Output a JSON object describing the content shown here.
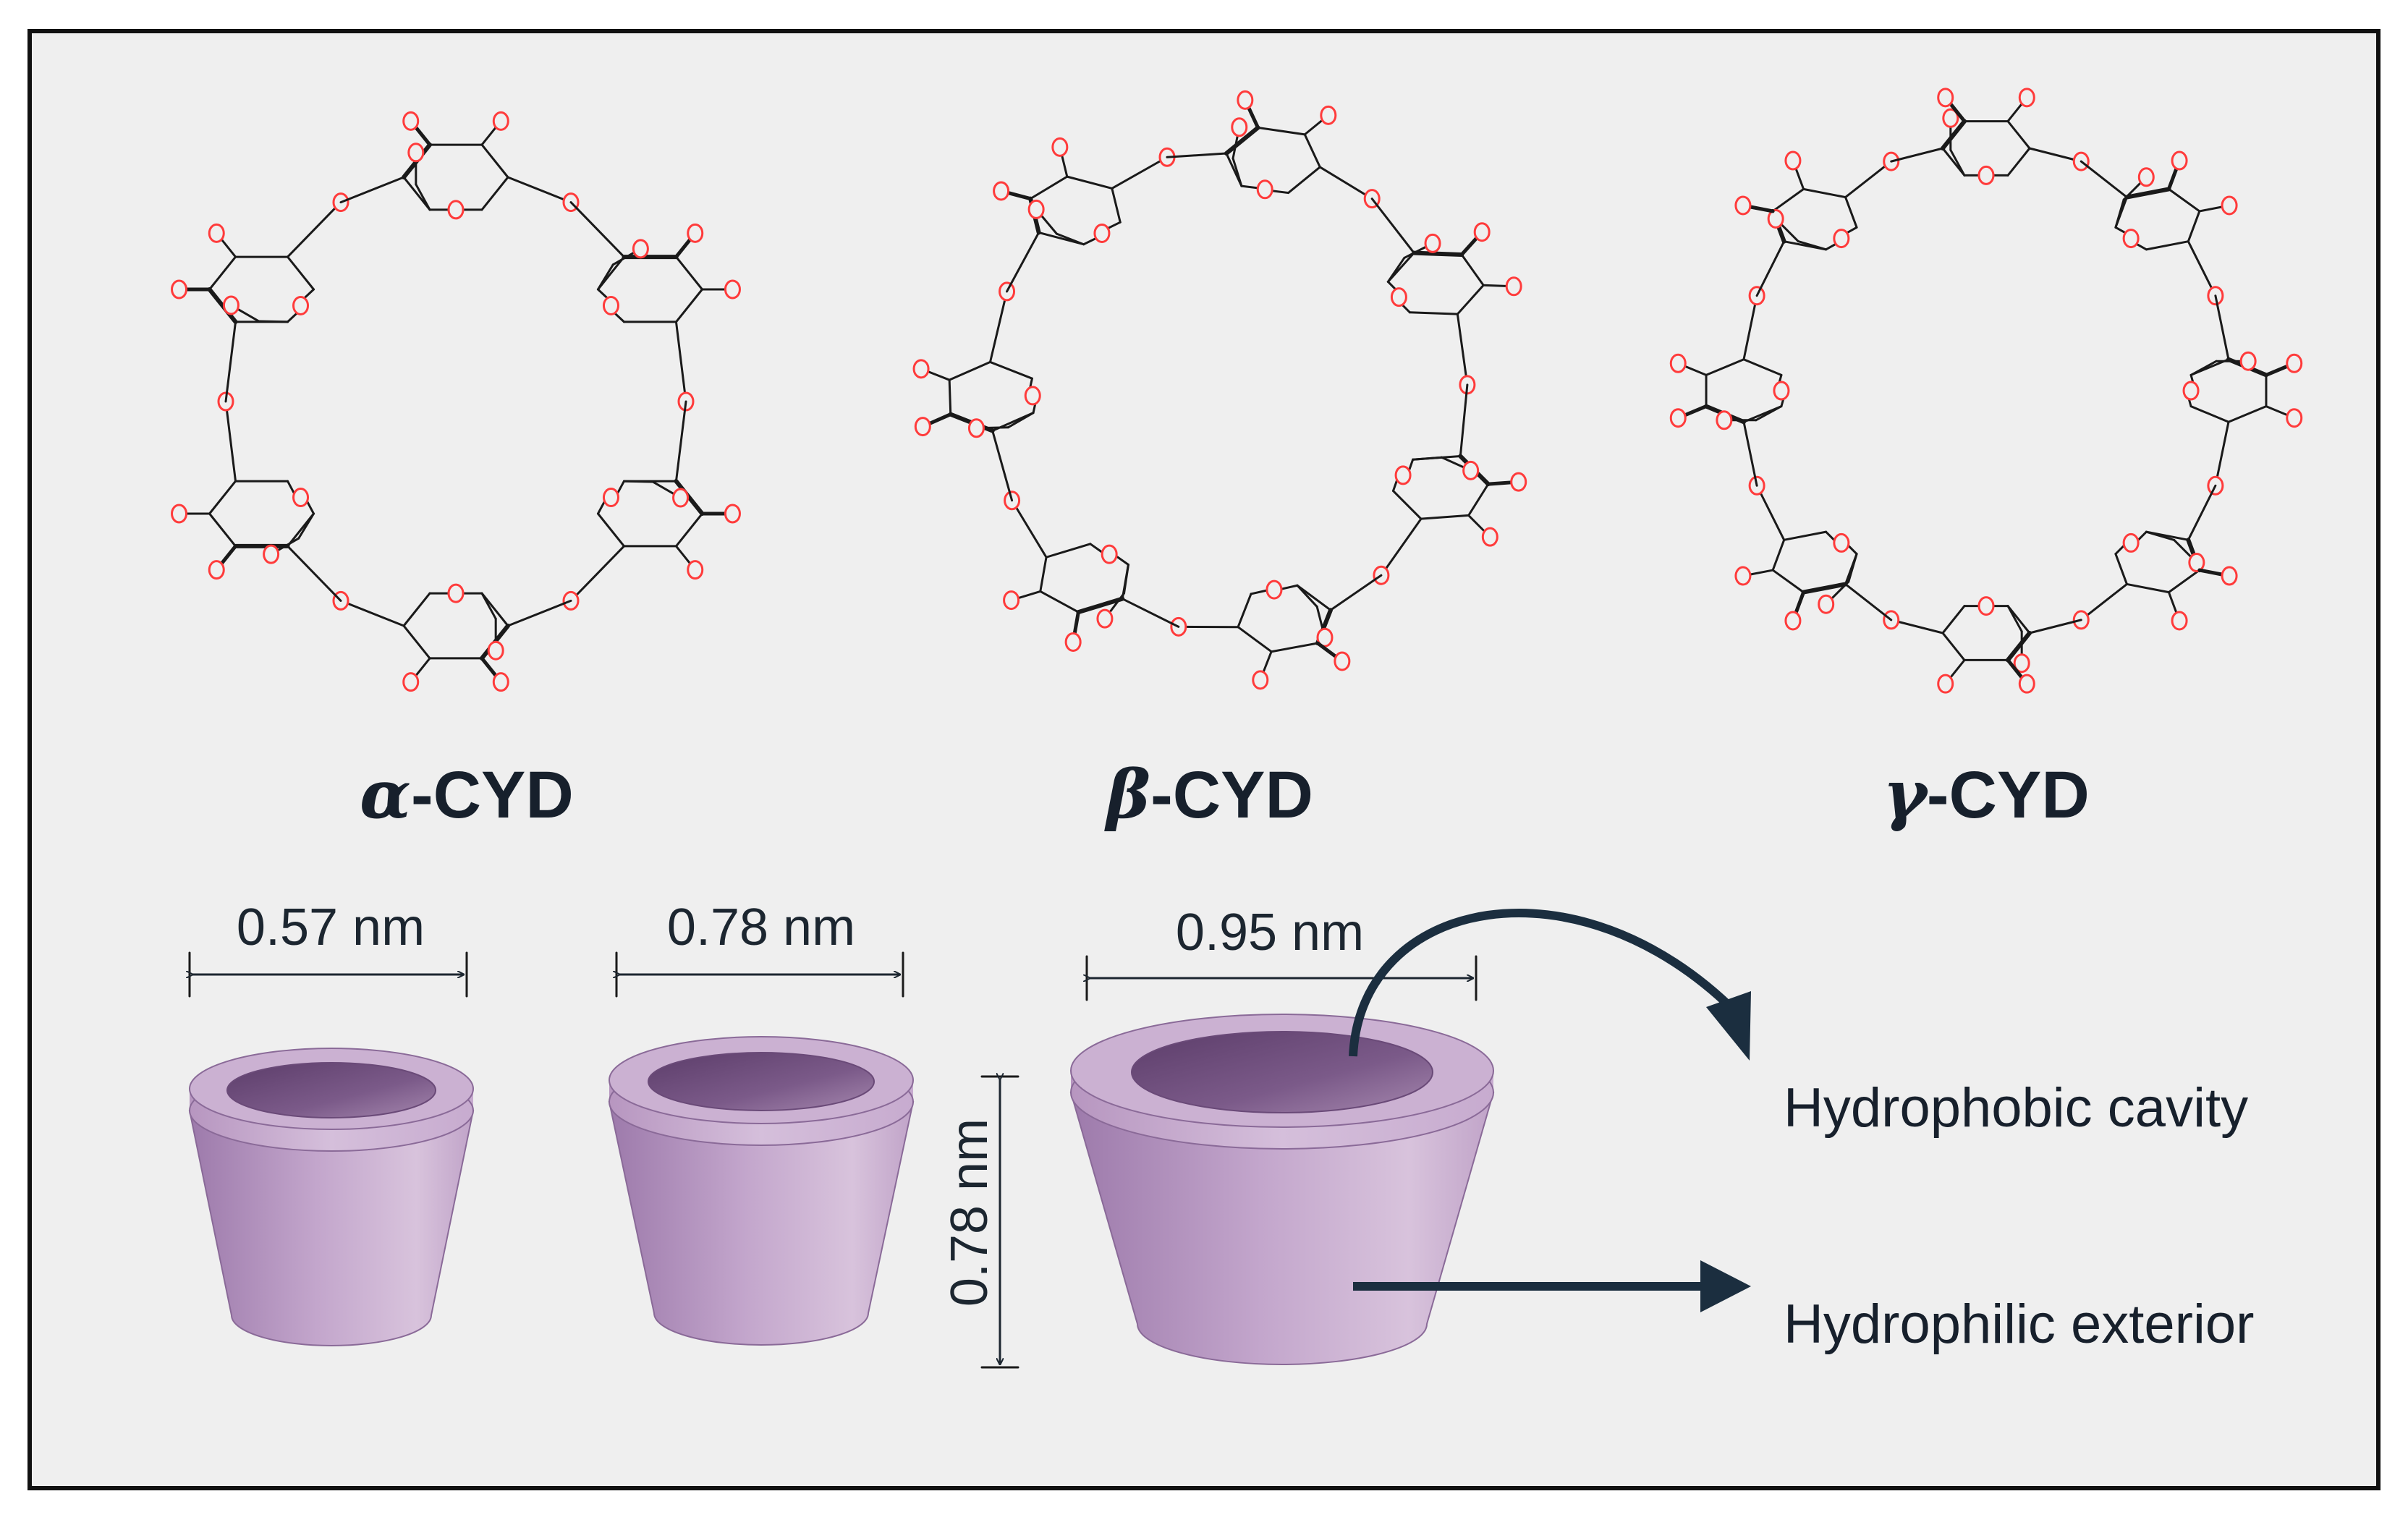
{
  "molecules": [
    {
      "greek": "α",
      "suffix": "-CYD",
      "units": 6
    },
    {
      "greek": "β",
      "suffix": "-CYD",
      "units": 7
    },
    {
      "greek": "γ",
      "suffix": "-CYD",
      "units": 8
    }
  ],
  "atom_symbol": "O",
  "cavity_widths": [
    "0.57 nm",
    "0.78 nm",
    "0.95 nm"
  ],
  "cavity_height": "0.78 nm",
  "annotations": {
    "cavity": "Hydrophobic cavity",
    "exterior": "Hydrophilic exterior"
  },
  "colors": {
    "background": "#efefef",
    "frame": "#111111",
    "bond": "#1a1a1a",
    "oxygen": "#ff3b3b",
    "cone_light": "#d4bcd8",
    "cone_mid": "#b99ac2",
    "cone_dark": "#8f6d9d",
    "inner_dark": "#6e4c7c",
    "text": "#17202c",
    "arrow": "#1b2e3f"
  }
}
